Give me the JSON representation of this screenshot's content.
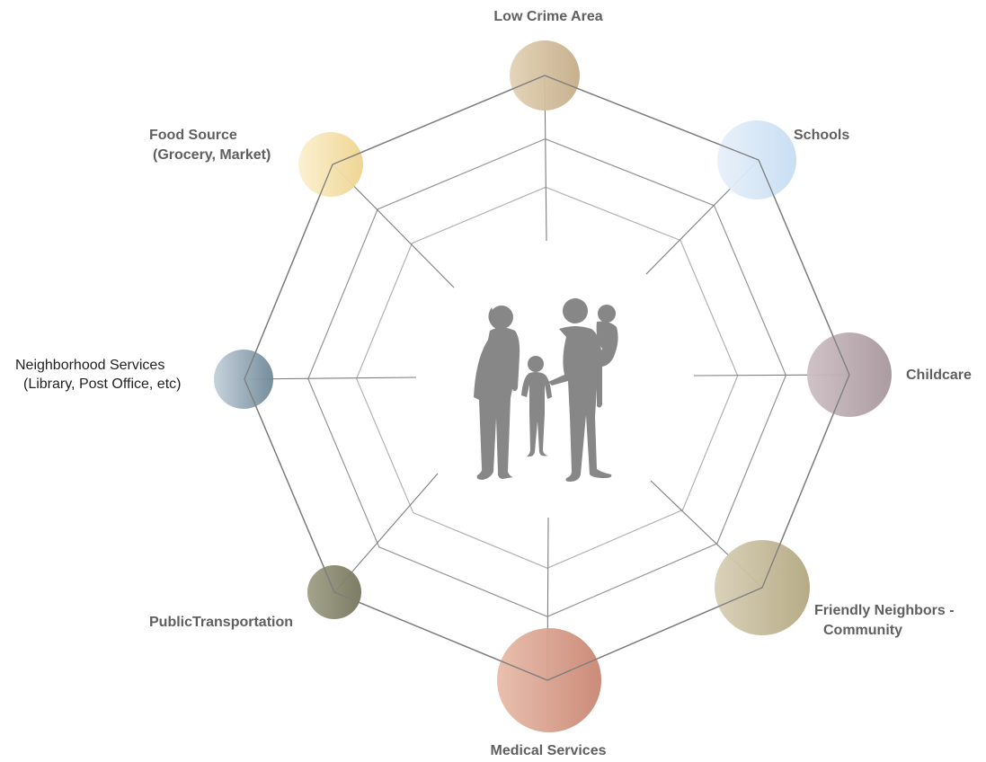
{
  "diagram": {
    "center_figure": "family-silhouette",
    "rings": 3,
    "nodes": [
      {
        "id": "low-crime-area",
        "lines": [
          "Low Crime Area"
        ],
        "bold": true,
        "color_from": "#e3d2b5",
        "color_to": "#c4ad88"
      },
      {
        "id": "schools",
        "lines": [
          "Schools"
        ],
        "bold": true,
        "color_from": "#e8f0fa",
        "color_to": "#c5ddf2"
      },
      {
        "id": "childcare",
        "lines": [
          "Childcare"
        ],
        "bold": true,
        "color_from": "#cdbfc3",
        "color_to": "#a6969b"
      },
      {
        "id": "friendly-neighbors",
        "lines": [
          "Friendly Neighbors -",
          "Community"
        ],
        "bold": true,
        "color_from": "#d7cfb6",
        "color_to": "#b3a780"
      },
      {
        "id": "medical-services",
        "lines": [
          "Medical Services"
        ],
        "bold": true,
        "color_from": "#e8bcaa",
        "color_to": "#c98572"
      },
      {
        "id": "public-transportation",
        "lines": [
          "PublicTransportation"
        ],
        "bold": true,
        "color_from": "#9f9f86",
        "color_to": "#76745b"
      },
      {
        "id": "neighborhood-services",
        "lines": [
          "Neighborhood Services",
          "(Library, Post Office, etc)"
        ],
        "bold": false,
        "color_from": "#c3d0db",
        "color_to": "#6e8797"
      },
      {
        "id": "food-source",
        "lines": [
          "Food Source",
          "(Grocery, Market)"
        ],
        "bold": true,
        "color_from": "#fbf0cf",
        "color_to": "#eed38e"
      }
    ]
  }
}
